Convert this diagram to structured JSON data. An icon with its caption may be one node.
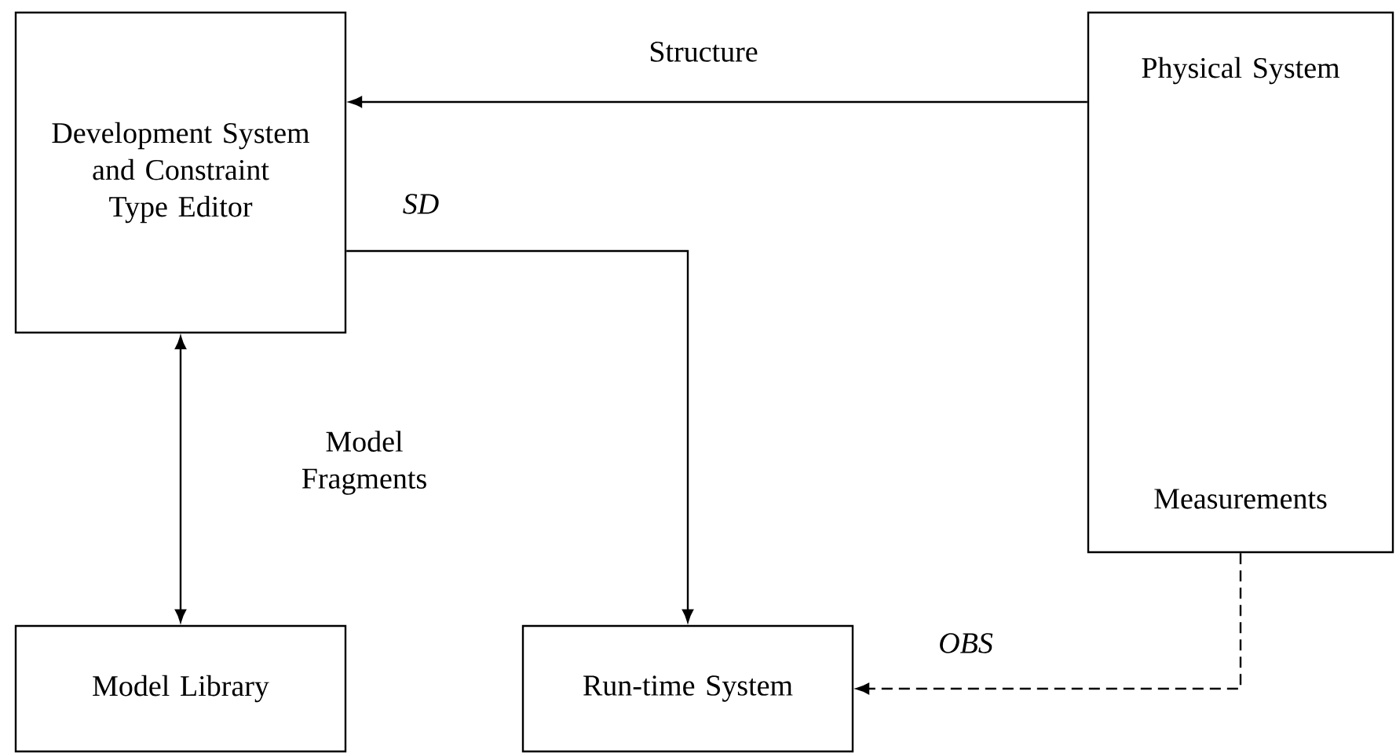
{
  "diagram": {
    "nodes": [
      {
        "text": [
          "Development System and Constraint Type Editor"
        ]
      },
      {
        "text": [
          "Physical System",
          "Measurements"
        ]
      },
      {
        "text": [
          "Model Library"
        ]
      },
      {
        "text": [
          "Run-time System"
        ]
      }
    ],
    "edges": [
      {
        "from": 1,
        "to": 0,
        "arrow": "to",
        "label": "Structure"
      },
      {
        "from": 0,
        "to": 3,
        "arrow": "to",
        "label": "SD"
      },
      {
        "from": 0,
        "to": 2,
        "arrow": "both",
        "label": "Model Fragments"
      },
      {
        "from": 1,
        "to": 3,
        "arrow": "to",
        "label": "OBS",
        "style": "dashed"
      }
    ]
  }
}
